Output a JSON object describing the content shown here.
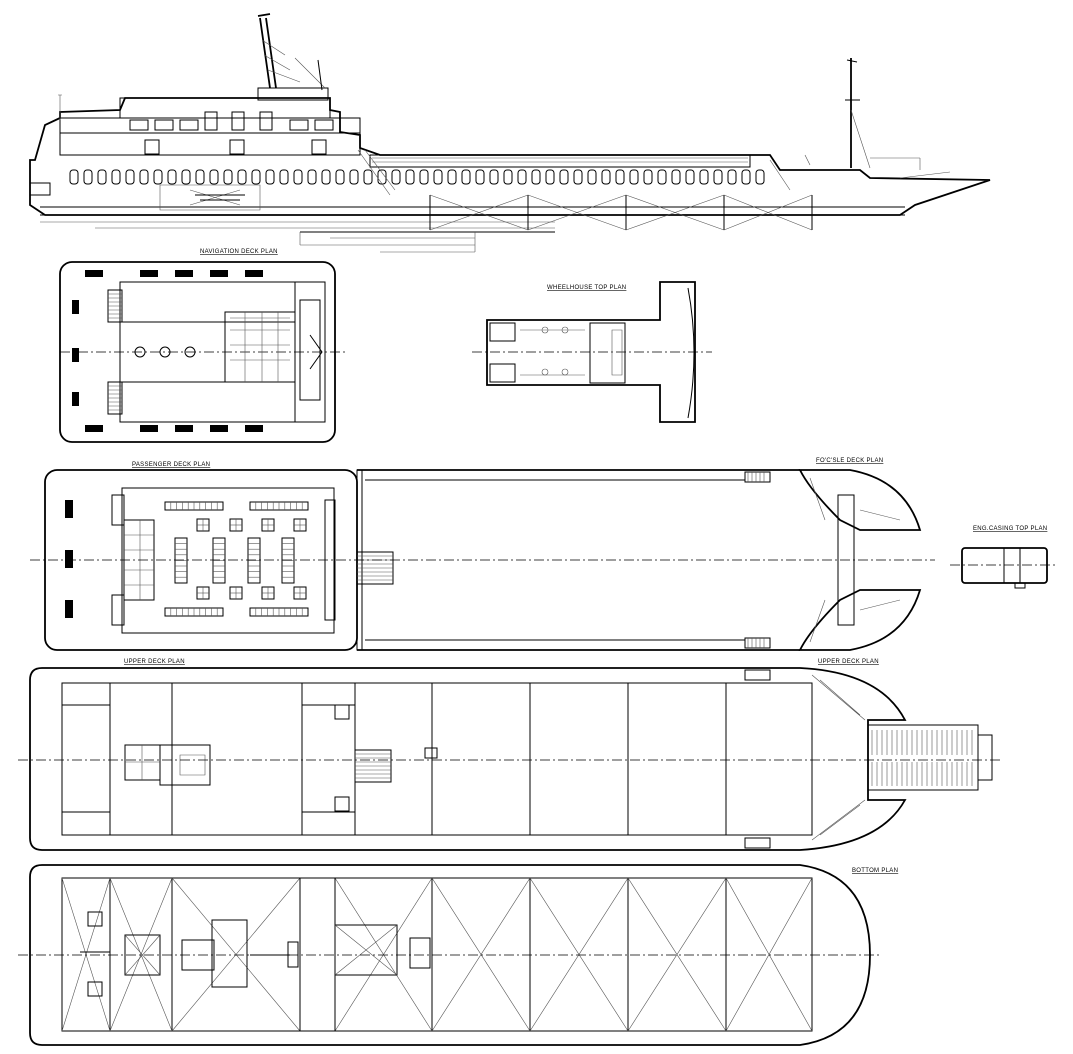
{
  "drawing_labels": {
    "profile": "",
    "navigation_deck": "NAVIGATION DECK PLAN",
    "wheelhouse_top": "WHEELHOUSE TOP PLAN",
    "passenger_deck": "PASSENGER DECK PLAN",
    "fo_c_le_deck": "FO'C'SLE DECK PLAN",
    "engine_casing_top": "ENG.CASING TOP PLAN",
    "upper_deck_left": "UPPER DECK PLAN",
    "upper_deck_right": "UPPER DECK PLAN",
    "bottom": "BOTTOM PLAN"
  },
  "colors": {
    "line": "#000000",
    "background": "#ffffff"
  }
}
